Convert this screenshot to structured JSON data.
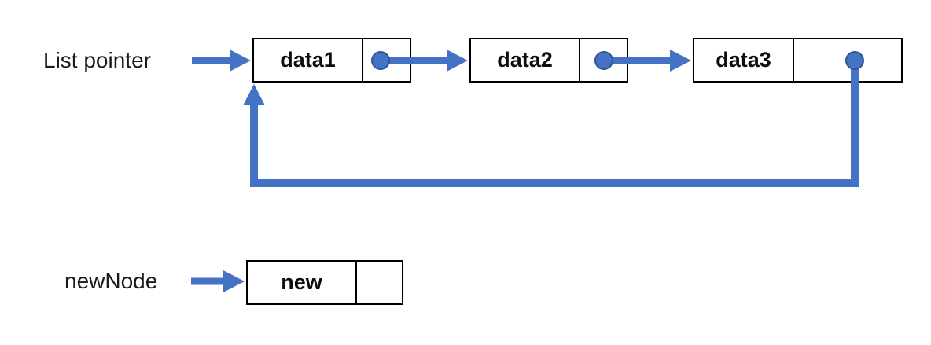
{
  "diagram": {
    "title_hint": "circular linked list with new node",
    "list_pointer_label": "List pointer",
    "new_node_label": "newNode",
    "nodes": [
      {
        "label": "data1",
        "next": "data2"
      },
      {
        "label": "data2",
        "next": "data3"
      },
      {
        "label": "data3",
        "next": "data1"
      }
    ],
    "new_node": {
      "label": "new",
      "next": ""
    },
    "colors": {
      "arrow": "#4472C4",
      "dot_stroke": "#2F5597",
      "box_border": "#000000",
      "text": "#1a1a1a"
    }
  }
}
